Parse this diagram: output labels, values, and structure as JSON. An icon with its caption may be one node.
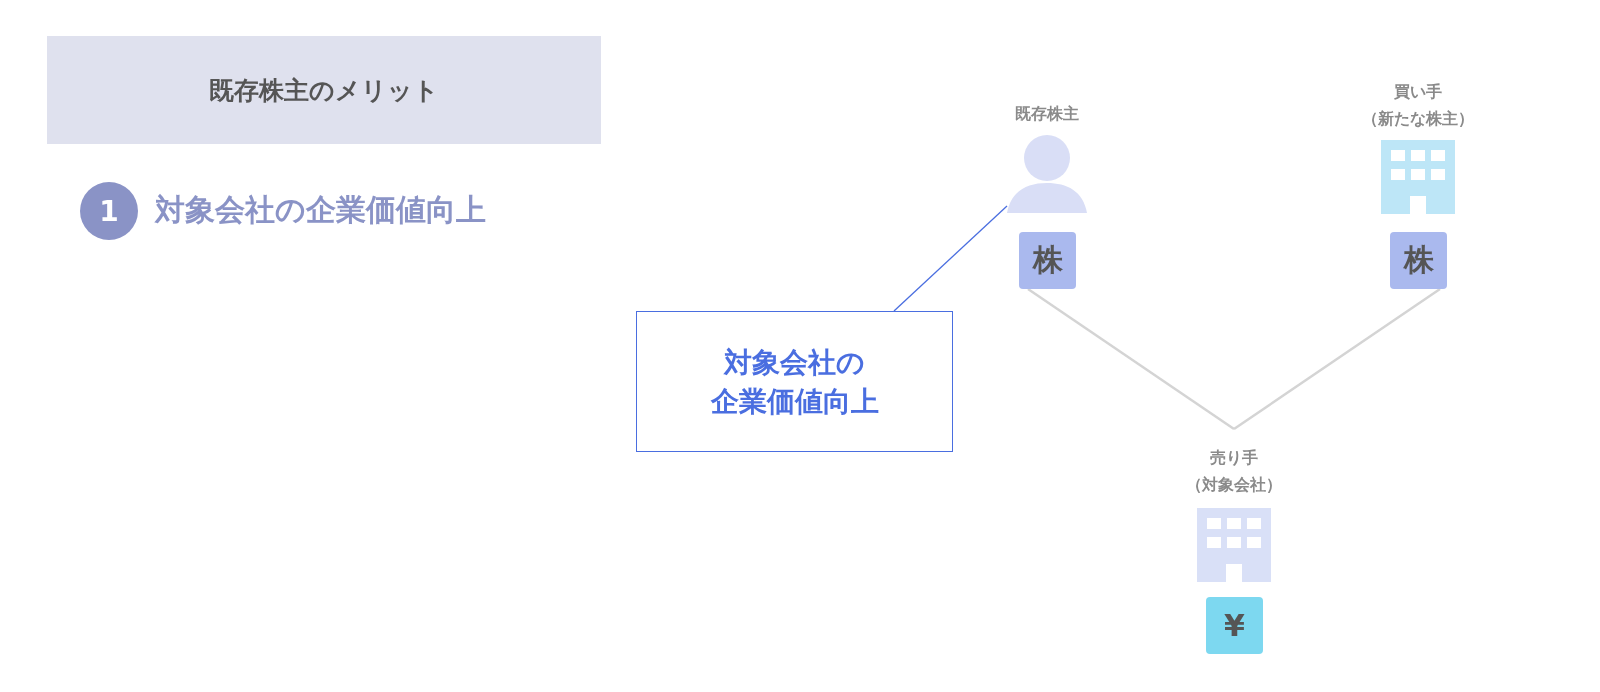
{
  "diagram": {
    "nodes": [
      {
        "text": [
          "既存株主のメリット"
        ]
      },
      {
        "text": [
          "1"
        ],
        "beside": [
          "対象会社の企業価値向上"
        ]
      },
      {
        "text": [
          "既存株主"
        ]
      },
      {
        "text": [
          "株"
        ]
      },
      {
        "text": [
          "買い手（新たな株主）"
        ]
      },
      {
        "text": [
          "株"
        ]
      },
      {
        "text": [
          "対象会社の企業価値向上"
        ]
      },
      {
        "text": [
          "売り手（対象会社）"
        ]
      },
      {
        "text": [
          "¥"
        ]
      }
    ],
    "edges": [
      {
        "from": 6,
        "to": 2,
        "arrow": "none",
        "color": "#4a6ee0"
      },
      {
        "from": 3,
        "to": 7,
        "arrow": "none"
      },
      {
        "from": 5,
        "to": 7,
        "arrow": "none"
      }
    ]
  }
}
